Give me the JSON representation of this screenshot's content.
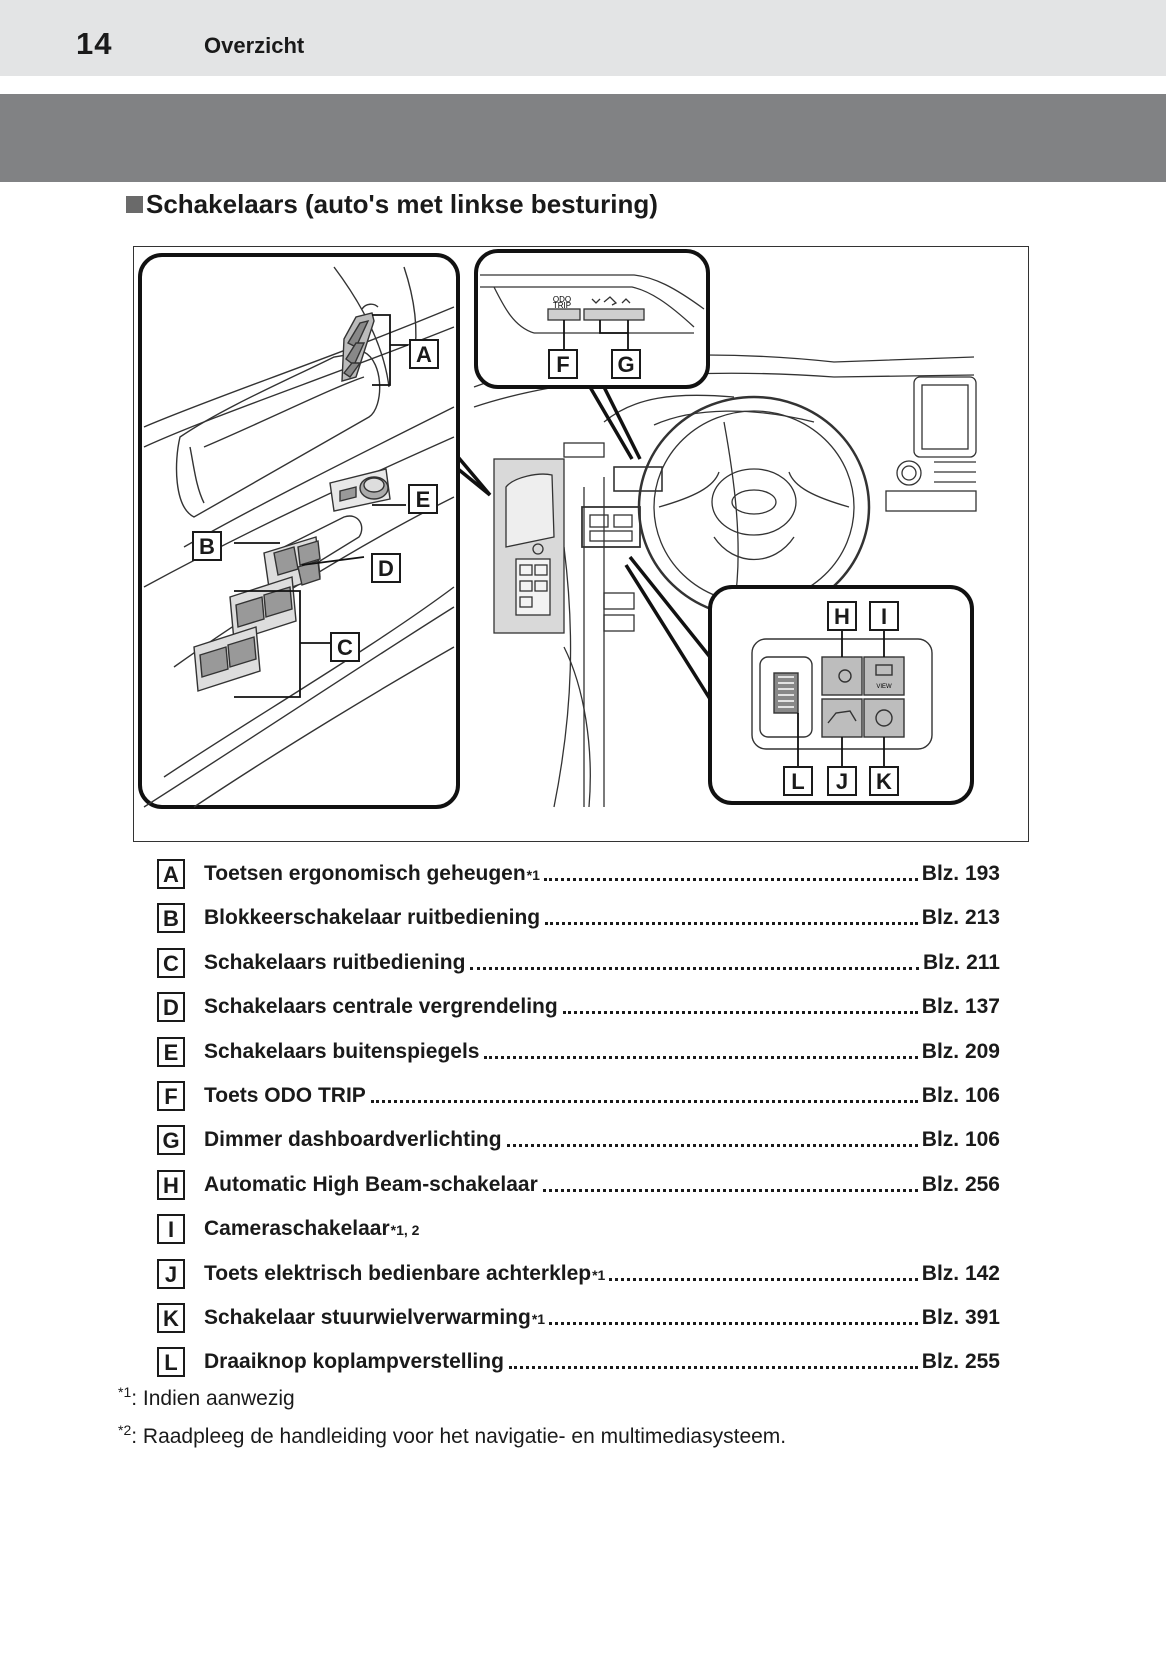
{
  "header": {
    "page_number": "14",
    "chapter": "Overzicht"
  },
  "section": {
    "title": "Schakelaars (auto's met linkse besturing)"
  },
  "figure": {
    "callouts": [
      "A",
      "B",
      "C",
      "D",
      "E",
      "F",
      "G",
      "H",
      "I",
      "J",
      "K",
      "L"
    ],
    "panel_texts": {
      "odo": "ODO",
      "trip": "TRIP",
      "view": "VIEW"
    }
  },
  "legend": [
    {
      "letter": "A",
      "text": "Toetsen ergonomisch geheugen",
      "note": "*1",
      "ref": "Blz. 193"
    },
    {
      "letter": "B",
      "text": "Blokkeerschakelaar ruitbediening",
      "note": "",
      "ref": "Blz. 213"
    },
    {
      "letter": "C",
      "text": "Schakelaars ruitbediening",
      "note": "",
      "ref": "Blz. 211"
    },
    {
      "letter": "D",
      "text": "Schakelaars centrale vergrendeling",
      "note": "",
      "ref": "Blz. 137"
    },
    {
      "letter": "E",
      "text": "Schakelaars buitenspiegels",
      "note": "",
      "ref": "Blz. 209"
    },
    {
      "letter": "F",
      "text": "Toets ODO TRIP",
      "note": "",
      "ref": "Blz. 106"
    },
    {
      "letter": "G",
      "text": "Dimmer dashboardverlichting",
      "note": "",
      "ref": "Blz. 106"
    },
    {
      "letter": "H",
      "text": "Automatic High Beam-schakelaar",
      "note": "",
      "ref": "Blz. 256"
    },
    {
      "letter": "I",
      "text": "Cameraschakelaar",
      "note": "*1, 2",
      "ref": ""
    },
    {
      "letter": "J",
      "text": "Toets elektrisch bedienbare achterklep",
      "note": "*1",
      "ref": "Blz. 142"
    },
    {
      "letter": "K",
      "text": "Schakelaar stuurwielverwarming",
      "note": "*1",
      "ref": "Blz. 391"
    },
    {
      "letter": "L",
      "text": "Draaiknop koplampverstelling",
      "note": "",
      "ref": "Blz. 255"
    }
  ],
  "footnotes": [
    {
      "mark": "*1",
      "text": ": Indien aanwezig"
    },
    {
      "mark": "*2",
      "text": ": Raadpleeg de handleiding voor het navigatie- en multimediasysteem."
    }
  ]
}
